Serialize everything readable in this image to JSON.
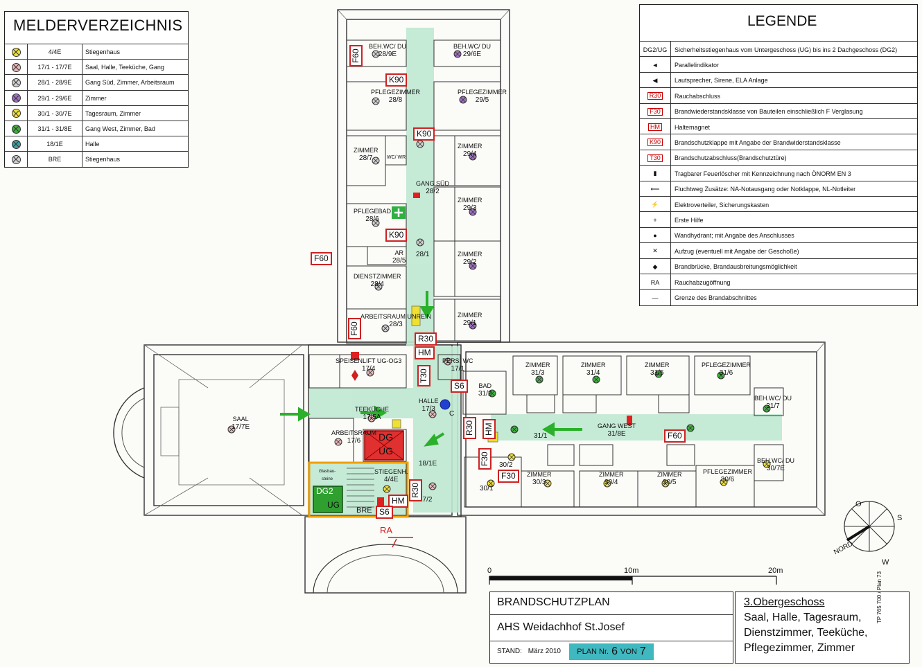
{
  "melder": {
    "title": "MELDERVERZEICHNIS",
    "rows": [
      {
        "code": "4/4E",
        "desc": "Stiegenhaus",
        "color": "#f0e040"
      },
      {
        "code": "17/1 - 17/7E",
        "desc": "Saal, Halle, Teeküche, Gang",
        "color": "#e8b8b8"
      },
      {
        "code": "28/1 - 28/9E",
        "desc": "Gang Süd, Zimmer, Arbeitsraum",
        "color": "#d0d0d0"
      },
      {
        "code": "29/1 - 29/6E",
        "desc": "Zimmer",
        "color": "#a070c0"
      },
      {
        "code": "30/1 - 30/7E",
        "desc": "Tagesraum, Zimmer",
        "color": "#f0e040"
      },
      {
        "code": "31/1 - 31/8E",
        "desc": "Gang West, Zimmer, Bad",
        "color": "#40b040"
      },
      {
        "code": "18/1E",
        "desc": "Halle",
        "color": "#40a0a0"
      },
      {
        "code": "BRE",
        "desc": "Stiegenhaus",
        "color": "#d0d0d0"
      }
    ]
  },
  "legend": {
    "title": "LEGENDE",
    "rows": [
      {
        "sym": "DG2/UG",
        "text": "Sicherheitsstiegenhaus vom Untergeschoss (UG) bis ins 2 Dachgeschoss (DG2)"
      },
      {
        "sym": "◄",
        "text": "Parallelindikator"
      },
      {
        "sym": "◀",
        "text": "Lautsprecher, Sirene, ELA Anlage"
      },
      {
        "sym": "R30",
        "text": "Rauchabschluss"
      },
      {
        "sym": "F30",
        "text": "Brandwiederstandsklasse von Bauteilen einschließlich F Verglasung"
      },
      {
        "sym": "HM",
        "text": "Haltemagnet"
      },
      {
        "sym": "K90",
        "text": "Brandschutzklappe mit Angabe der Brandwiderstandsklasse"
      },
      {
        "sym": "T30",
        "text": "Brandschutzabschluss(Brandschutztüre)"
      },
      {
        "sym": "▮",
        "text": "Tragbarer Feuerlöscher mit Kennzeichnung nach ÖNORM EN 3"
      },
      {
        "sym": "⟵",
        "text": "Fluchtweg Zusätze: NA-Notausgang oder Notklappe, NL-Notleiter"
      },
      {
        "sym": "⚡",
        "text": "Elektroverteiler, Sicherungskasten"
      },
      {
        "sym": "+",
        "text": "Erste Hilfe"
      },
      {
        "sym": "●",
        "text": "Wandhydrant; mit Angabe des Anschlusses"
      },
      {
        "sym": "✕",
        "text": "Aufzug (eventuell mit Angabe der Geschoße)"
      },
      {
        "sym": "◆",
        "text": "Brandbrücke, Brandausbreitungsmöglichkeit"
      },
      {
        "sym": "RA",
        "text": "Rauchabzugöffnung"
      },
      {
        "sym": "—",
        "text": "Grenze des Brandabschnittes"
      }
    ]
  },
  "plan": {
    "rooms": [
      {
        "name": "BEH.WC/ DU",
        "num": "28/9E"
      },
      {
        "name": "BEH.WC/ DU",
        "num": "29/6E"
      },
      {
        "name": "PFLEGEZIMMER",
        "num": "28/8"
      },
      {
        "name": "PFLEGEZIMMER",
        "num": "29/5"
      },
      {
        "name": "ZIMMER",
        "num": "28/7"
      },
      {
        "name": "ZIMMER",
        "num": "29/4"
      },
      {
        "name": "GANG SÜD",
        "num": "28/2"
      },
      {
        "name": "PFLEGEBAD",
        "num": "28/6"
      },
      {
        "name": "ZIMMER",
        "num": "29/3"
      },
      {
        "name": "AR",
        "num": "28/5"
      },
      {
        "name": "",
        "num": "28/1"
      },
      {
        "name": "DIENSTZIMMER",
        "num": "28/4"
      },
      {
        "name": "ZIMMER",
        "num": "29/2"
      },
      {
        "name": "ARBEITSRAUM UNREIN",
        "num": "28/3"
      },
      {
        "name": "ZIMMER",
        "num": "29/1"
      },
      {
        "name": "SPEISENLIFT UG-OG3",
        "num": "17/4"
      },
      {
        "name": "TEEKÜCHE",
        "num": "17/5A"
      },
      {
        "name": "PERS. WC",
        "num": "17/1"
      },
      {
        "name": "SAAL",
        "num": "17/7E"
      },
      {
        "name": "HALLE",
        "num": "17/3"
      },
      {
        "name": "ARBEITSRAUM",
        "num": "17/6"
      },
      {
        "name": "",
        "num": "18/1E"
      },
      {
        "name": "STIEGENH.",
        "num": "4/4E"
      },
      {
        "name": "",
        "num": "17/2"
      },
      {
        "name": "BAD",
        "num": "31/2"
      },
      {
        "name": "ZIMMER",
        "num": "31/3"
      },
      {
        "name": "ZIMMER",
        "num": "31/4"
      },
      {
        "name": "ZIMMER",
        "num": "31/5"
      },
      {
        "name": "PFLEGEZIMMER",
        "num": "31/6"
      },
      {
        "name": "BEH.WC/ DU",
        "num": "31/7"
      },
      {
        "name": "GANG WEST",
        "num": "31/8E"
      },
      {
        "name": "",
        "num": "31/1"
      },
      {
        "name": "",
        "num": "30/2"
      },
      {
        "name": "",
        "num": "30/1"
      },
      {
        "name": "ZIMMER",
        "num": "30/3"
      },
      {
        "name": "ZIMMER",
        "num": "30/4"
      },
      {
        "name": "ZIMMER",
        "num": "30/5"
      },
      {
        "name": "PFLEGEZIMMER",
        "num": "30/6"
      },
      {
        "name": "BEH.WC/ DU",
        "num": "30/7E"
      }
    ],
    "tags": [
      "F60",
      "K90",
      "K90",
      "K90",
      "F60",
      "F60",
      "R30",
      "HM",
      "T30",
      "S6",
      "R30",
      "HM",
      "F60",
      "F30",
      "F30",
      "R30",
      "HM",
      "S6"
    ],
    "misc": [
      "WC/ WR",
      "Glasbau-steine",
      "DG",
      "UG",
      "DG2",
      "UG",
      "BRE",
      "RA",
      "C"
    ]
  },
  "scale": {
    "l0": "0",
    "l10": "10m",
    "l20": "20m"
  },
  "compass": {
    "o": "O",
    "s": "S",
    "w": "W",
    "n": "NORD"
  },
  "title_block": {
    "plan_title": "BRANDSCHUTZPLAN",
    "school": "AHS  Weidachhof St.Josef",
    "stand_label": "STAND:",
    "stand": "März 2010",
    "plan_label": "PLAN  Nr.",
    "plan_no": "6",
    "von": "VON",
    "total": "7",
    "floor": "3.Obergeschoss",
    "rooms_l1": "Saal, Halle, Tagesraum,",
    "rooms_l2": "Dienstzimmer, Teeküche,",
    "rooms_l3": "Pflegezimmer, Zimmer",
    "side": "TP 765 700 / Plan 73"
  }
}
